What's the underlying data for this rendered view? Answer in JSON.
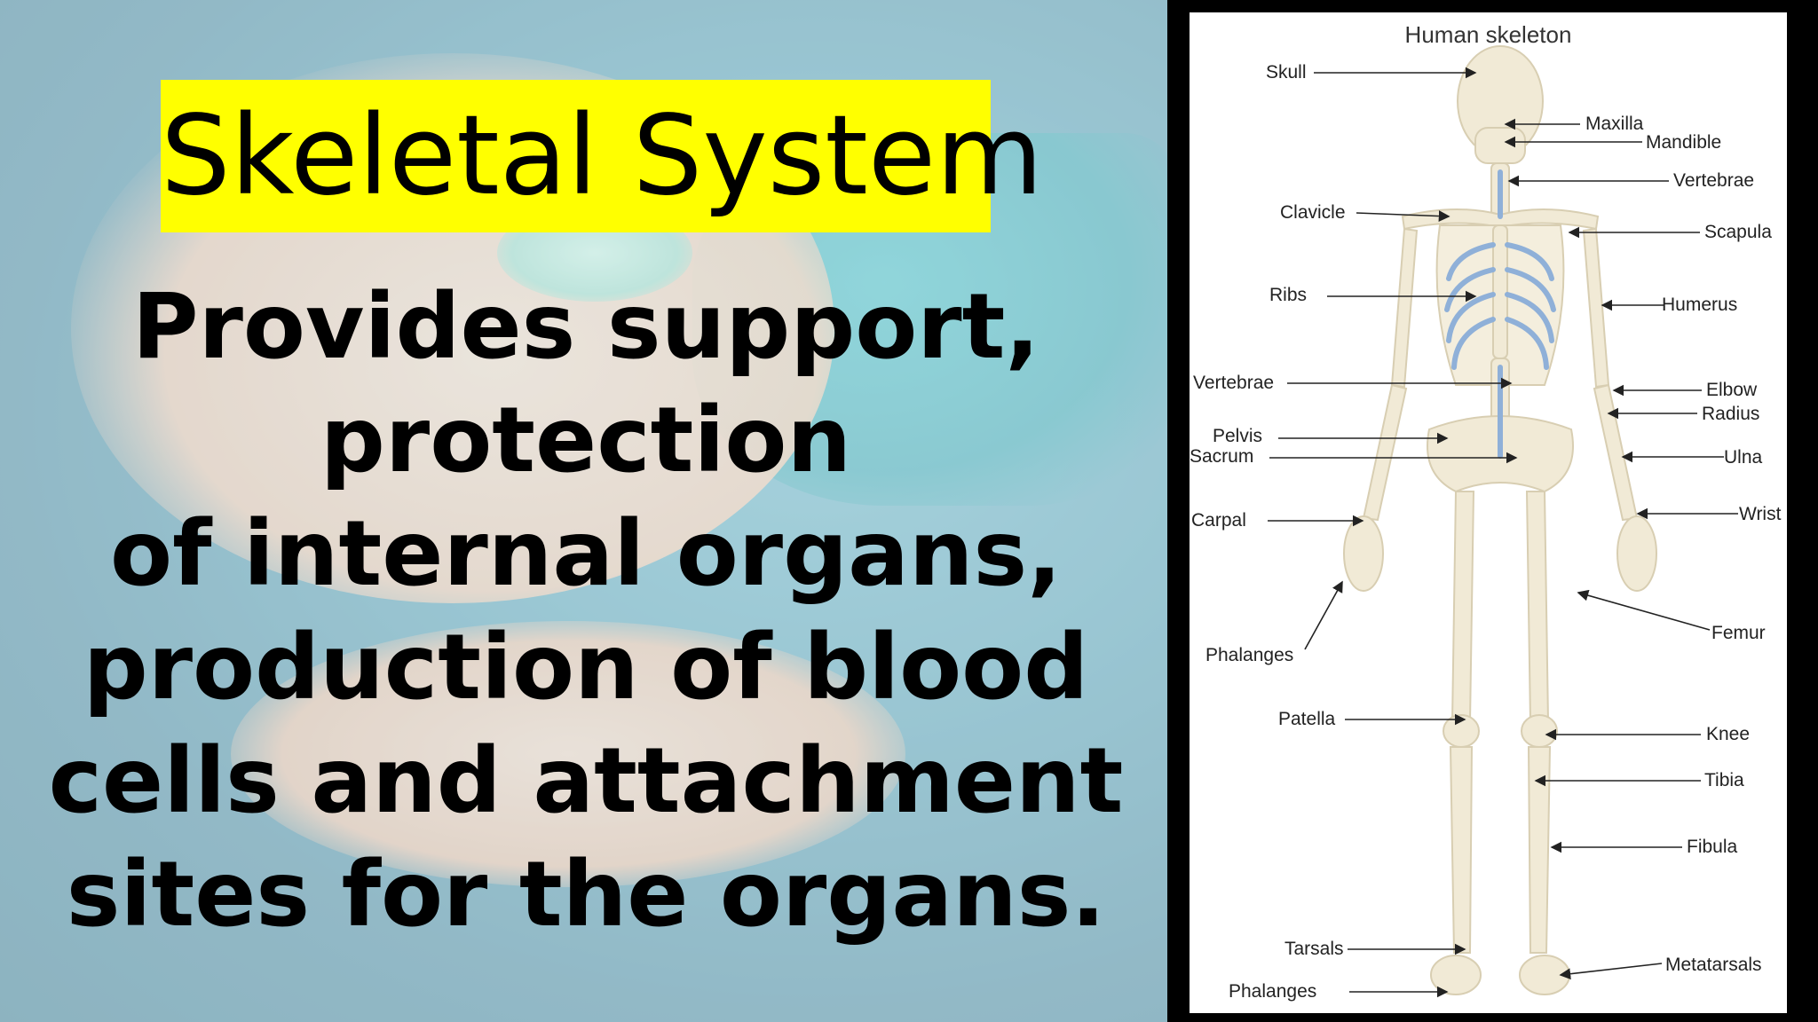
{
  "slide": {
    "title": "Skeletal System",
    "lines": [
      "Provides support,",
      "protection",
      "of internal organs,",
      "production of blood",
      "cells and attachment",
      "sites for the organs."
    ],
    "title_highlight_color": "#ffff00",
    "background_image": "sleeping baby photo"
  },
  "diagram": {
    "title": "Human skeleton",
    "labels": {
      "skull": "Skull",
      "maxilla": "Maxilla",
      "mandible": "Mandible",
      "vertebrae_neck": "Vertebrae",
      "clavicle": "Clavicle",
      "scapula": "Scapula",
      "ribs": "Ribs",
      "humerus": "Humerus",
      "vertebrae": "Vertebrae",
      "elbow": "Elbow",
      "radius": "Radius",
      "pelvis": "Pelvis",
      "sacrum": "Sacrum",
      "ulna": "Ulna",
      "carpal": "Carpal",
      "wrist": "Wrist",
      "femur": "Femur",
      "phalanges_hand": "Phalanges",
      "patella": "Patella",
      "knee": "Knee",
      "tibia": "Tibia",
      "fibula": "Fibula",
      "tarsals": "Tarsals",
      "metatarsals": "Metatarsals",
      "phalanges_foot": "Phalanges"
    }
  }
}
